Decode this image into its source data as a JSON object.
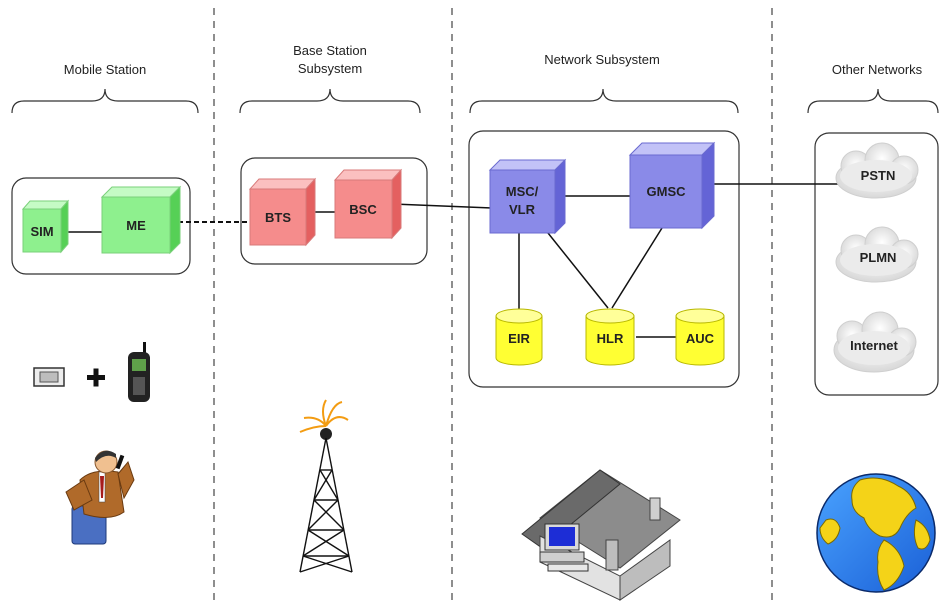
{
  "sections": {
    "mobile_station": "Mobile Station",
    "bss_line1": "Base Station",
    "bss_line2": "Subsystem",
    "network_subsystem": "Network Subsystem",
    "other_networks": "Other Networks"
  },
  "nodes": {
    "sim": "SIM",
    "me": "ME",
    "bts": "BTS",
    "bsc": "BSC",
    "msc_line1": "MSC/",
    "msc_line2": "VLR",
    "gmsc": "GMSC",
    "eir": "EIR",
    "hlr": "HLR",
    "auc": "AUC",
    "pstn": "PSTN",
    "plmn": "PLMN",
    "internet": "Internet"
  },
  "colors": {
    "ms_cube": "#8ef08e",
    "bss_cube": "#f58c8c",
    "nss_cube": "#8a8ae8",
    "database": "#ffff33",
    "cloud": "#e6e6e6",
    "divider": "#444444"
  },
  "icons": [
    "sim-card-icon",
    "mobile-phone-icon",
    "person-on-phone-icon",
    "radio-tower-icon",
    "house-with-computer-icon",
    "globe-icon"
  ]
}
